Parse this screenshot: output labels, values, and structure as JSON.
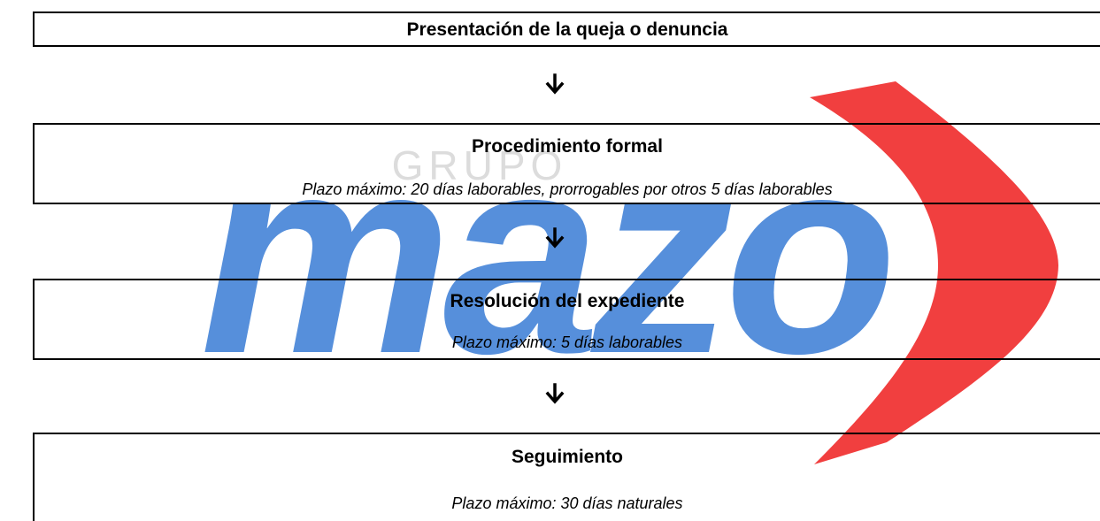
{
  "watermark": {
    "brand_small": "GRUPO",
    "brand_large": "mazo",
    "colors": {
      "blue": "#3f7fd6",
      "red": "#ef2a2a"
    }
  },
  "flow": {
    "steps": [
      {
        "title": "Presentación de la queja o denuncia"
      },
      {
        "title": "Procedimiento formal",
        "note": "Plazo máximo: 20 días laborables, prorrogables por otros 5 días laborables"
      },
      {
        "title": "Resolución del expediente",
        "note": "Plazo máximo: 5 días laborables"
      },
      {
        "title": "Seguimiento",
        "note": "Plazo máximo: 30 días naturales"
      }
    ],
    "arrow_icon": "arrow-down-icon"
  }
}
